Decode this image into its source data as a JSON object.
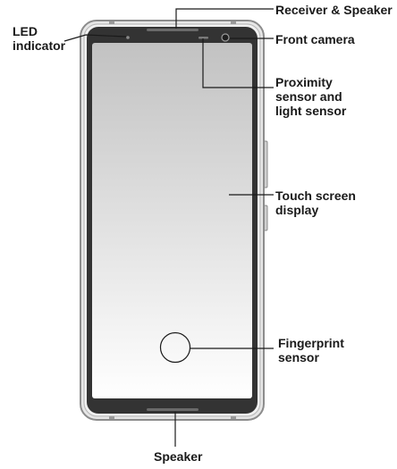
{
  "callouts": {
    "led_indicator": [
      "LED",
      "indicator"
    ],
    "receiver_speaker": [
      "Receiver & Speaker"
    ],
    "front_camera": [
      "Front camera"
    ],
    "proximity_light": [
      "Proximity",
      "sensor and",
      "light sensor"
    ],
    "touch_screen": [
      "Touch screen",
      "display"
    ],
    "fingerprint": [
      "Fingerprint",
      "sensor"
    ],
    "speaker": [
      "Speaker"
    ]
  },
  "colors": {
    "body_outline": "#8c8c8c",
    "frame": "#e6e6e6",
    "bezel": "#333333",
    "screen_top": "#c2c2c2",
    "screen_bottom": "#ffffff",
    "leader_line": "#1a1a1a"
  }
}
